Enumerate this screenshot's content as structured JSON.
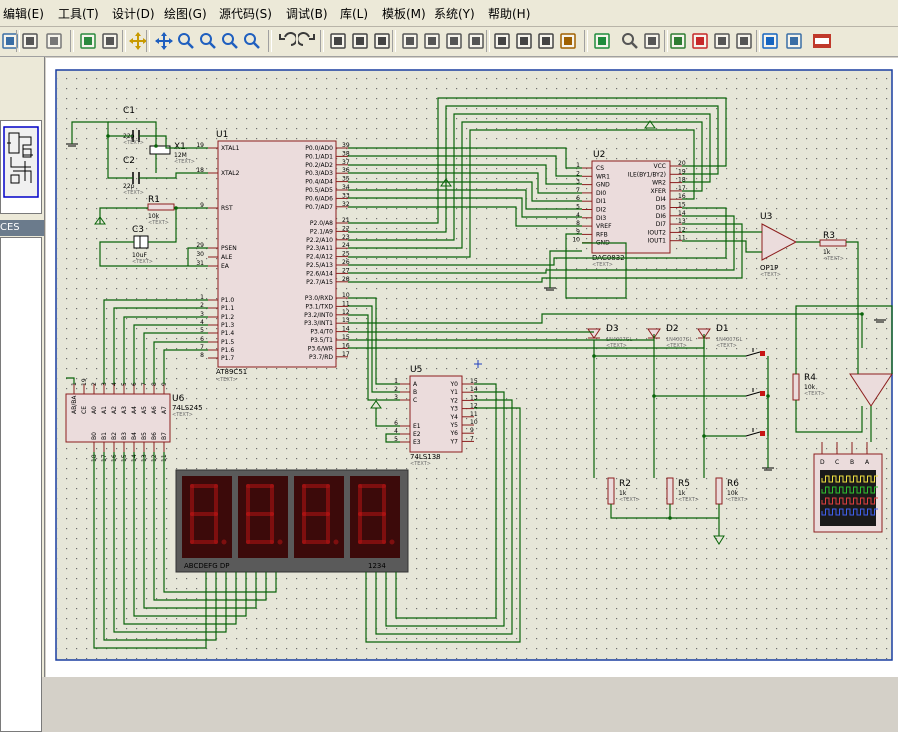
{
  "menu": [
    "编辑(E)",
    "工具(T)",
    "设计(D)",
    "绘图(G)",
    "源代码(S)",
    "调试(B)",
    "库(L)",
    "模板(M)",
    "系统(Y)",
    "帮助(H)"
  ],
  "left_panel": {
    "tab_label": "CES"
  },
  "colors": {
    "wire": "#0a640a",
    "part_fill": "#ebdcdc",
    "part_border": "#8c1e1e",
    "sheet": "#e6e6d8",
    "segment_lit": "#b41414",
    "segment_bg": "#3c0a0a"
  },
  "parts": {
    "u1": {
      "ref": "U1",
      "name": "AT89C51",
      "text": "<TEXT>",
      "left_pins": [
        [
          "19",
          "XTAL1"
        ],
        [
          "18",
          "XTAL2"
        ],
        [
          "9",
          "RST"
        ],
        [
          "29",
          "PSEN"
        ],
        [
          "30",
          "ALE"
        ],
        [
          "31",
          "EA"
        ],
        [
          "1",
          "P1.0"
        ],
        [
          "2",
          "P1.1"
        ],
        [
          "3",
          "P1.2"
        ],
        [
          "4",
          "P1.3"
        ],
        [
          "5",
          "P1.4"
        ],
        [
          "6",
          "P1.5"
        ],
        [
          "7",
          "P1.6"
        ],
        [
          "8",
          "P1.7"
        ]
      ],
      "right_pins": [
        [
          "39",
          "P0.0/AD0"
        ],
        [
          "38",
          "P0.1/AD1"
        ],
        [
          "37",
          "P0.2/AD2"
        ],
        [
          "36",
          "P0.3/AD3"
        ],
        [
          "35",
          "P0.4/AD4"
        ],
        [
          "34",
          "P0.5/AD5"
        ],
        [
          "33",
          "P0.6/AD6"
        ],
        [
          "32",
          "P0.7/AD7"
        ],
        [
          "21",
          "P2.0/A8"
        ],
        [
          "22",
          "P2.1/A9"
        ],
        [
          "23",
          "P2.2/A10"
        ],
        [
          "24",
          "P2.3/A11"
        ],
        [
          "25",
          "P2.4/A12"
        ],
        [
          "26",
          "P2.5/A13"
        ],
        [
          "27",
          "P2.6/A14"
        ],
        [
          "28",
          "P2.7/A15"
        ],
        [
          "10",
          "P3.0/RXD"
        ],
        [
          "11",
          "P3.1/TXD"
        ],
        [
          "12",
          "P3.2/INT0"
        ],
        [
          "13",
          "P3.3/INT1"
        ],
        [
          "14",
          "P3.4/T0"
        ],
        [
          "15",
          "P3.5/T1"
        ],
        [
          "16",
          "P3.6/WR"
        ],
        [
          "17",
          "P3.7/RD"
        ]
      ]
    },
    "u2": {
      "ref": "U2",
      "name": "DAC0832",
      "text": "<TEXT>",
      "left_pins": [
        [
          "1",
          "CS"
        ],
        [
          "2",
          "WR1"
        ],
        [
          "3",
          "GND"
        ],
        [
          "7",
          "DI0"
        ],
        [
          "6",
          "DI1"
        ],
        [
          "5",
          "DI2"
        ],
        [
          "4",
          "DI3"
        ],
        [
          "8",
          "VREF"
        ],
        [
          "9",
          "RFB"
        ],
        [
          "10",
          "GND"
        ]
      ],
      "right_pins": [
        [
          "20",
          "VCC"
        ],
        [
          "19",
          "ILE(BY1/BY2)"
        ],
        [
          "18",
          "WR2"
        ],
        [
          "17",
          "XFER"
        ],
        [
          "16",
          "DI4"
        ],
        [
          "15",
          "DI5"
        ],
        [
          "14",
          "DI6"
        ],
        [
          "13",
          "DI7"
        ],
        [
          "12",
          "IOUT2"
        ],
        [
          "11",
          "IOUT1"
        ]
      ]
    },
    "u3": {
      "ref": "U3",
      "name": "OP1P",
      "text": "<TEXT>"
    },
    "u5": {
      "ref": "U5",
      "name": "74LS138",
      "text": "<TEXT>",
      "left_pins": [
        [
          "1",
          "A"
        ],
        [
          "2",
          "B"
        ],
        [
          "3",
          "C"
        ],
        [
          "6",
          "E1"
        ],
        [
          "4",
          "E2"
        ],
        [
          "5",
          "E3"
        ]
      ],
      "right_pins": [
        [
          "15",
          "Y0"
        ],
        [
          "14",
          "Y1"
        ],
        [
          "13",
          "Y2"
        ],
        [
          "12",
          "Y3"
        ],
        [
          "11",
          "Y4"
        ],
        [
          "10",
          "Y5"
        ],
        [
          "9",
          "Y6"
        ],
        [
          "7",
          "Y7"
        ]
      ]
    },
    "u6": {
      "ref": "U6",
      "name": "74LS245",
      "text": "<TEXT>",
      "top_pins": [
        [
          "1",
          "AB/BA"
        ],
        [
          "19",
          "CE"
        ],
        [
          "2",
          "A0"
        ],
        [
          "3",
          "A1"
        ],
        [
          "4",
          "A2"
        ],
        [
          "5",
          "A3"
        ],
        [
          "6",
          "A4"
        ],
        [
          "7",
          "A5"
        ],
        [
          "8",
          "A6"
        ],
        [
          "9",
          "A7"
        ]
      ],
      "bottom_pins": [
        [
          "18",
          "B0"
        ],
        [
          "17",
          "B1"
        ],
        [
          "16",
          "B2"
        ],
        [
          "15",
          "B3"
        ],
        [
          "14",
          "B4"
        ],
        [
          "13",
          "B5"
        ],
        [
          "12",
          "B6"
        ],
        [
          "11",
          "B7"
        ]
      ]
    },
    "x1": {
      "ref": "X1",
      "value": "12M",
      "text": "<TEXT>"
    },
    "c1": {
      "ref": "C1",
      "value": "22p",
      "text": "<TEXT>"
    },
    "c2": {
      "ref": "C2",
      "value": "22p",
      "text": "<TEXT>"
    },
    "c3": {
      "ref": "C3",
      "value": "10uF",
      "text": "<TEXT>"
    },
    "r1": {
      "ref": "R1",
      "value": "10k",
      "text": "<TEXT>"
    },
    "r2": {
      "ref": "R2",
      "value": "1k",
      "text": "<TEXT>"
    },
    "r3": {
      "ref": "R3",
      "value": "1k",
      "text": "<TEXT>"
    },
    "r4": {
      "ref": "R4",
      "value": "10k",
      "text": "<TEXT>"
    },
    "r5": {
      "ref": "R5",
      "value": "1k",
      "text": "<TEXT>"
    },
    "r6": {
      "ref": "R6",
      "value": "10k",
      "text": "<TEXT>"
    },
    "d1": {
      "ref": "D1",
      "value": "1N4007GL",
      "text": "<TEXT>"
    },
    "d2": {
      "ref": "D2",
      "value": "1N4007GL",
      "text": "<TEXT>"
    },
    "d3": {
      "ref": "D3",
      "value": "1N4007GL",
      "text": "<TEXT>"
    },
    "display": {
      "segments_label": "ABCDEFG DP",
      "digits_label": "1234"
    },
    "scope": {
      "channels": [
        "D",
        "C",
        "B",
        "A"
      ]
    }
  }
}
